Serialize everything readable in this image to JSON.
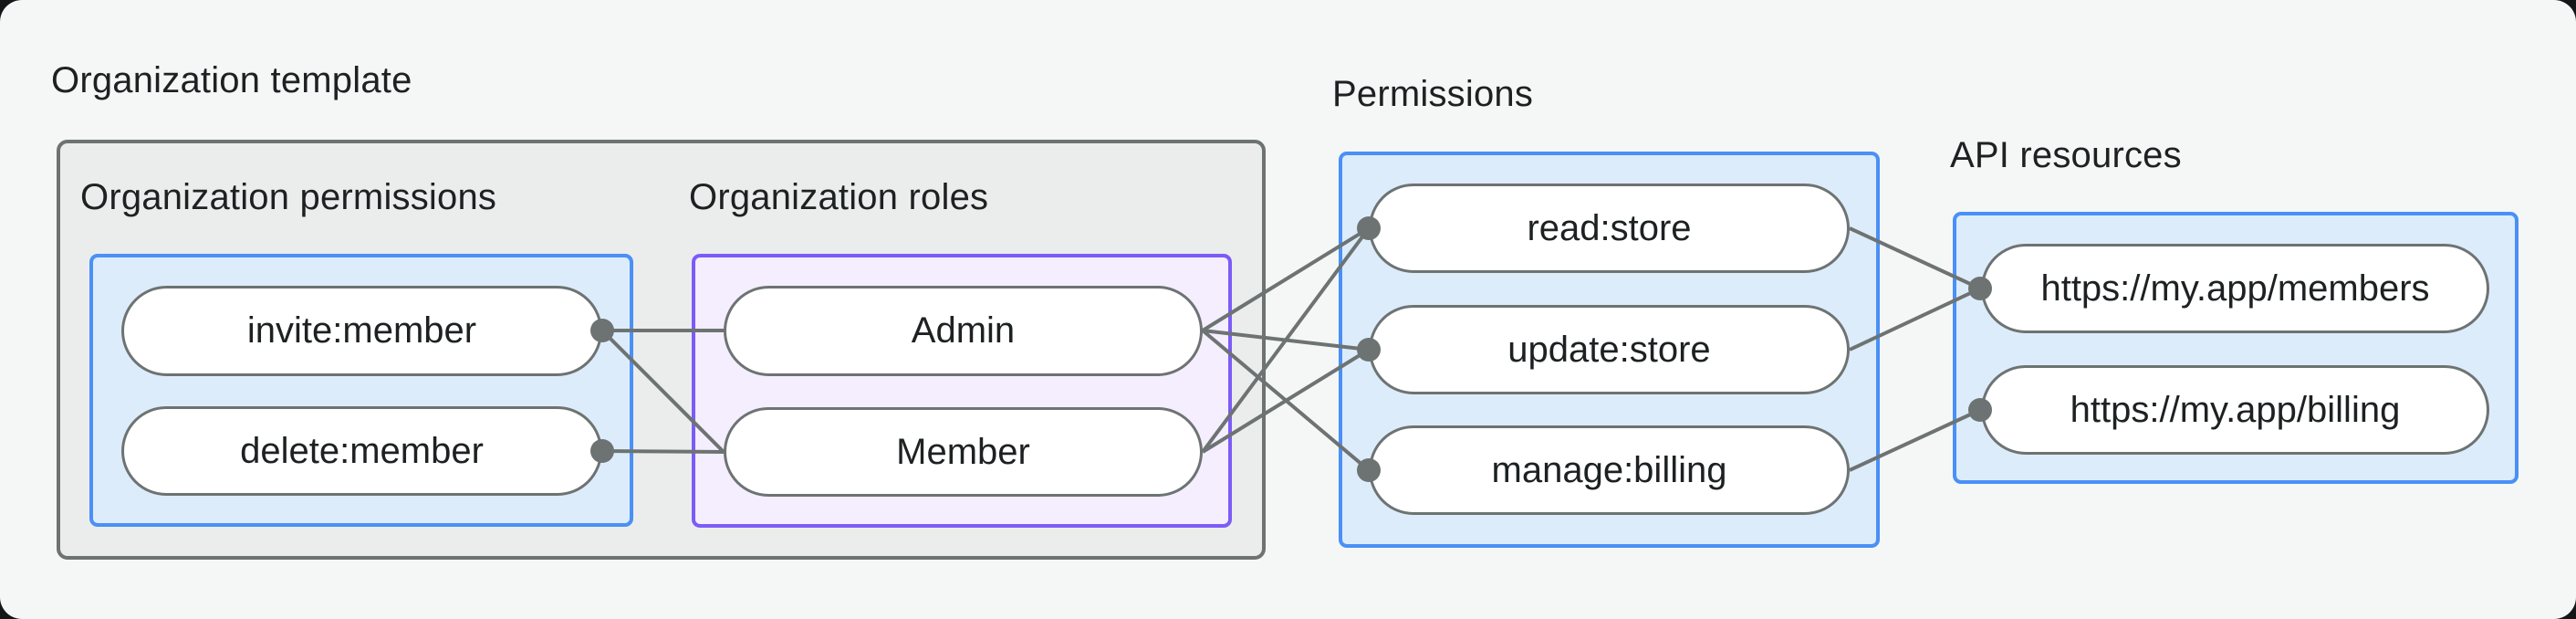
{
  "diagram": {
    "titles": {
      "org_template": "Organization template",
      "org_permissions": "Organization permissions",
      "org_roles": "Organization roles",
      "permissions": "Permissions",
      "api_resources": "API resources"
    },
    "nodes": {
      "invite": "invite:member",
      "delete": "delete:member",
      "admin": "Admin",
      "member": "Member",
      "read": "read:store",
      "update": "update:store",
      "manage": "manage:billing",
      "members_api": "https://my.app/members",
      "billing_api": "https://my.app/billing"
    },
    "edges": [
      {
        "from": "invite",
        "to": "admin"
      },
      {
        "from": "invite",
        "to": "member"
      },
      {
        "from": "delete",
        "to": "member"
      },
      {
        "from": "admin",
        "to": "read"
      },
      {
        "from": "admin",
        "to": "update"
      },
      {
        "from": "admin",
        "to": "manage"
      },
      {
        "from": "member",
        "to": "read"
      },
      {
        "from": "member",
        "to": "update"
      },
      {
        "from": "read",
        "to": "members_api"
      },
      {
        "from": "update",
        "to": "members_api"
      },
      {
        "from": "manage",
        "to": "billing_api"
      }
    ],
    "colors": {
      "canvas_background": "#f5f7f6",
      "gray_box_fill": "#ebedec",
      "gray_box_border": "#6d7372",
      "blue_box_fill": "#ddecfb",
      "blue_box_border": "#4a90f6",
      "purple_box_fill": "#f4eefe",
      "purple_box_border": "#7c5cf6",
      "pill_fill": "#ffffff",
      "connector": "#6d7372",
      "text": "#1d2122"
    }
  }
}
